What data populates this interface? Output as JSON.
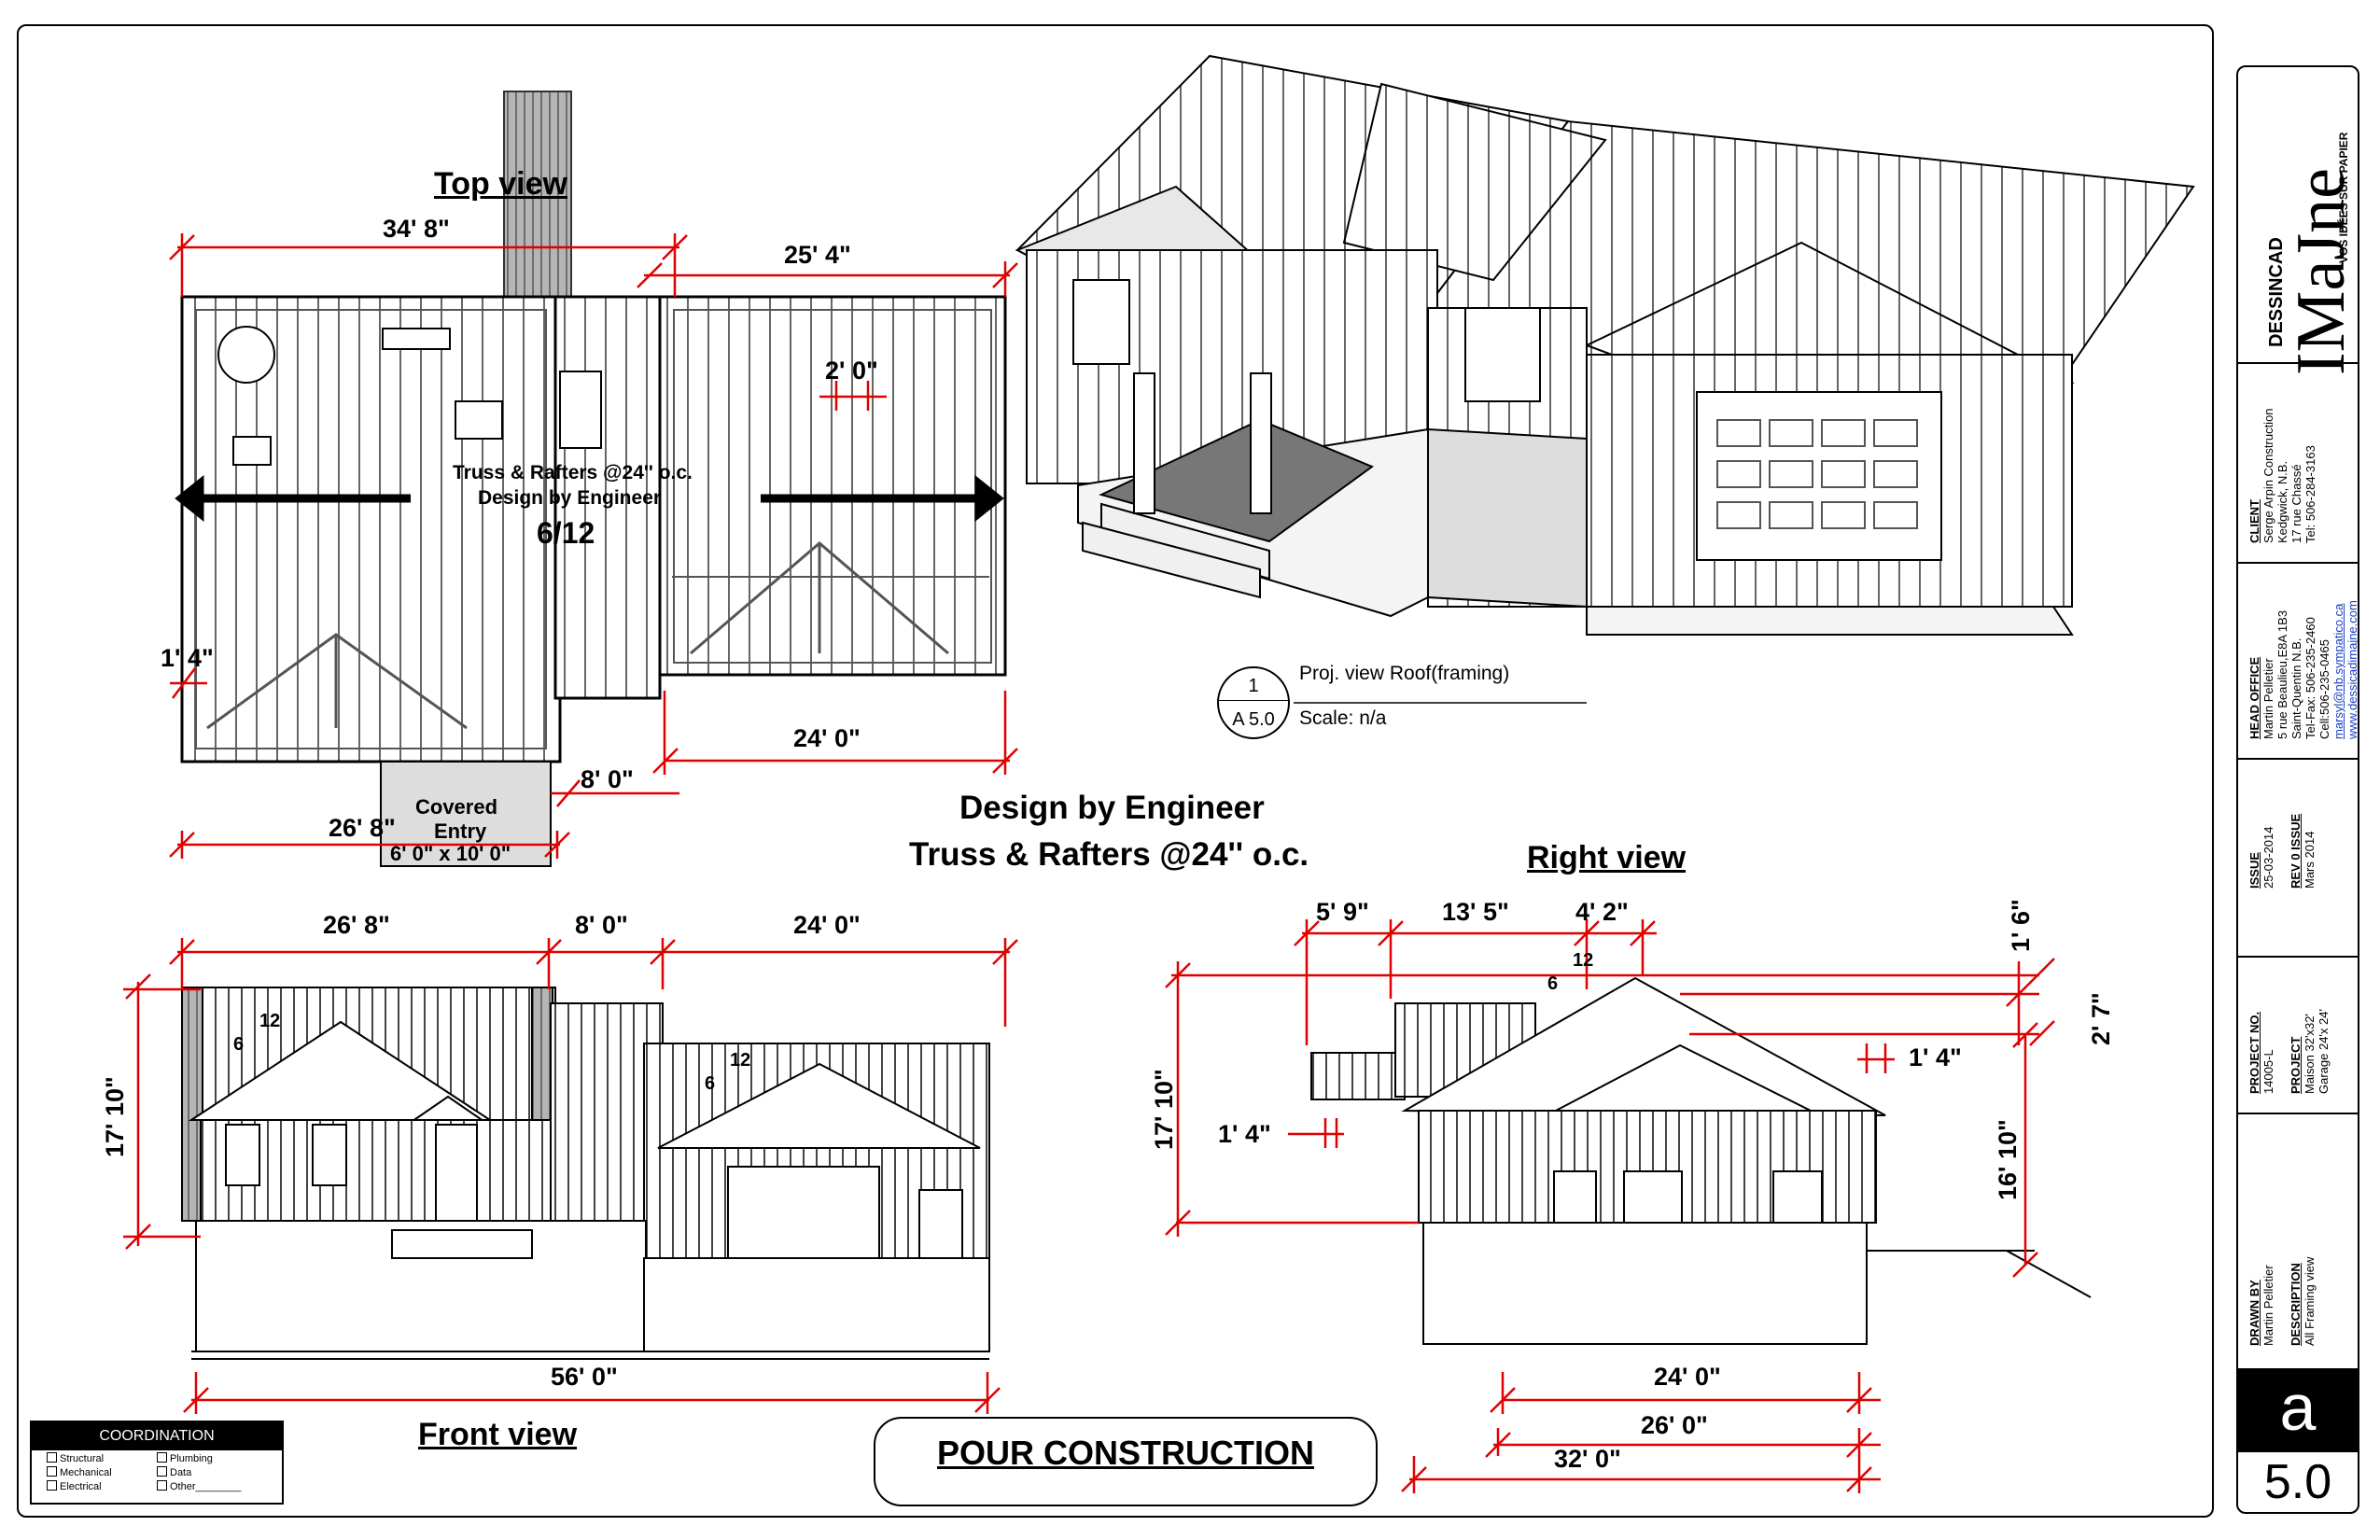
{
  "sheet": {
    "views": {
      "top": "Top view",
      "front": "Front view",
      "right": "Right view"
    },
    "notes": {
      "design_by_engineer": "Design by Engineer",
      "truss_rafters": "Truss & Rafters @24'' o.c.",
      "top_truss": "Truss & Rafters @24'' o.c.",
      "top_design": "Design by Engineer",
      "pitch": "6/12",
      "covered_entry_1": "Covered",
      "covered_entry_2": "Entry",
      "covered_entry_size": "6' 0\" x 10' 0\"",
      "pour": "POUR  CONSTRUCTION"
    },
    "top_dims": {
      "d1": "34' 8\"",
      "d2": "25' 4\"",
      "d3": "2' 0\"",
      "d4": "1' 4\"",
      "d5": "24' 0\"",
      "d6": "8' 0\"",
      "d7": "26' 8\""
    },
    "front_dims": {
      "d1": "26' 8\"",
      "d2": "8' 0\"",
      "d3": "24' 0\"",
      "d4": "17' 10\"",
      "d5": "56' 0\"",
      "pitch_run_a": "12",
      "pitch_rise_a": "6",
      "pitch_run_b": "12",
      "pitch_rise_b": "6"
    },
    "right_dims": {
      "d1": "5' 9\"",
      "d2": "13' 5\"",
      "d3": "4' 2\"",
      "d4": "1' 6\"",
      "d5": "2' 7\"",
      "d6": "1' 4\"",
      "d7": "17' 10\"",
      "d8": "1' 4\"",
      "d9": "16' 10\"",
      "d10": "24' 0\"",
      "d11": "26' 0\"",
      "d12": "32' 0\"",
      "pitch_run": "12",
      "pitch_rise": "6"
    },
    "detail": {
      "number": "1",
      "sheet": "A 5.0",
      "title": "Proj. view Roof(framing)",
      "scale": "Scale:  n/a"
    },
    "coordination": {
      "header": "COORDINATION",
      "items": [
        "Structural",
        "Plumbing",
        "Mechanical",
        "Data",
        "Electrical",
        "Other________"
      ]
    }
  },
  "title_block": {
    "logo_small": "DESSINCAD",
    "logo_main": "IMaJne",
    "logo_tagline": "VOS IDÉES SUR PAPIER",
    "client_head": "CLIENT",
    "client_lines": [
      "Serge Arpin Construction",
      "Kedgwick, N.B.",
      "17 rue Chassé",
      "Tel: 506-284-3163"
    ],
    "office_head": "HEAD OFFICE",
    "office_lines": [
      "Martin Pelletier",
      "5 rue Beaulieu,E8A 1B3",
      "Saint-Quentin N.B.",
      "Tel-Fax: 506-235-2460",
      "Cell:506-235-0465"
    ],
    "office_links": [
      "marsyl@nb.sympatico.ca",
      "www.dessicadimajne.com"
    ],
    "issue_head": "ISSUE",
    "issue_value": "25-03-2014",
    "rev_head": "REV 0 ISSUE",
    "rev_value": "Mars 2014",
    "project_no_head": "PROJECT NO.",
    "project_no_value": "14005-L",
    "project_head": "PROJECT",
    "project_lines": [
      "Maison 32'x32'",
      "Garage 24'x 24'"
    ],
    "drawn_head": "DRAWN BY",
    "drawn_value": "Martin Pelletier",
    "desc_head": "DESCRIPTION",
    "desc_value": "All Framing view",
    "sheet_letter": "a",
    "sheet_number": "5.0"
  },
  "colors": {
    "dimension": "#e00000",
    "ink": "#000000",
    "roof": "#8a8a8a",
    "wall": "#f4f4f4"
  }
}
